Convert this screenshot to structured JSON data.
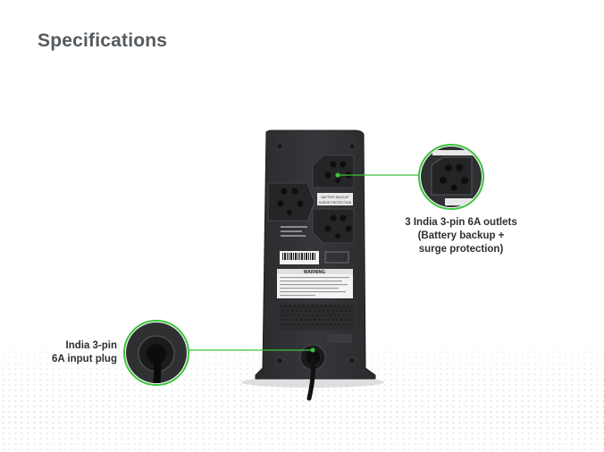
{
  "page": {
    "title": "Specifications"
  },
  "device": {
    "panel_label_top": "BATTERY BACKUP",
    "panel_label_bottom": "SURGE PROTECTION",
    "warning_label": "WARNING"
  },
  "callouts": {
    "outlets": {
      "line1": "3 India 3-pin 6A outlets",
      "line2": "(Battery backup +",
      "line3": "surge protection)"
    },
    "input": {
      "line1": "India 3-pin",
      "line2": "6A input plug"
    }
  },
  "colors": {
    "accent": "#3cc13b",
    "device": "#2f3032",
    "title": "#555a5e"
  }
}
